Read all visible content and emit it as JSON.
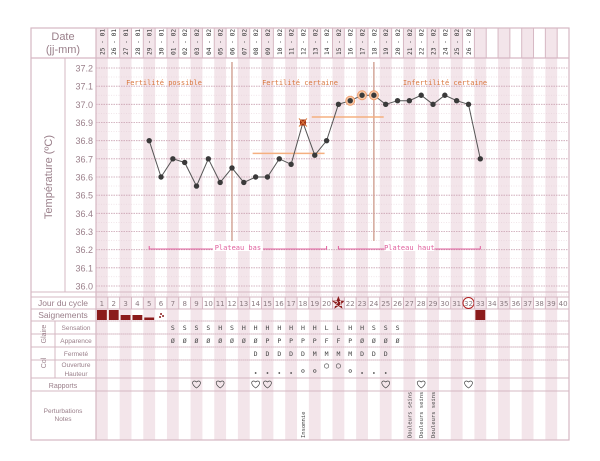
{
  "header": {
    "date_label": "Date",
    "date_format": "(jj-mm)"
  },
  "dates": [
    "25 - 01",
    "26 - 01",
    "27 - 01",
    "28 - 01",
    "29 - 01",
    "30 - 01",
    "01 - 02",
    "02 - 02",
    "03 - 02",
    "04 - 02",
    "05 - 02",
    "06 - 02",
    "07 - 02",
    "08 - 02",
    "09 - 02",
    "10 - 02",
    "11 - 02",
    "12 - 02",
    "13 - 02",
    "14 - 02",
    "15 - 02",
    "16 - 02",
    "17 - 02",
    "18 - 02",
    "19 - 02",
    "20 - 02",
    "21 - 02",
    "22 - 02",
    "23 - 02",
    "24 - 02",
    "25 - 02",
    "26 - 02"
  ],
  "temperature": {
    "axis_label": "Température (ºC)",
    "ticks": [
      "37.2",
      "37.1",
      "37.0",
      "36.9",
      "36.8",
      "36.7",
      "36.6",
      "36.5",
      "36.4",
      "36.3",
      "36.2",
      "36.1",
      "36.0"
    ],
    "ylim": [
      36.0,
      37.2
    ],
    "start_day": 5,
    "values": [
      36.8,
      36.6,
      36.7,
      36.68,
      36.55,
      36.7,
      36.57,
      36.65,
      36.57,
      36.6,
      36.6,
      36.7,
      36.67,
      36.9,
      36.72,
      36.8,
      37.0,
      37.02,
      37.05,
      37.05,
      37.0,
      37.02,
      37.02,
      37.05,
      37.0,
      37.05,
      37.02,
      37.0,
      36.7
    ],
    "marked_day": 18,
    "circled_days": [
      22,
      23,
      24
    ],
    "vertical_line_days": [
      12,
      24
    ],
    "cover_lines": [
      {
        "value": 36.73,
        "from_day": 14,
        "to_day": 20
      },
      {
        "value": 36.93,
        "from_day": 19,
        "to_day": 25
      }
    ],
    "zones": [
      "Fertilité possible",
      "Fertilité certaine",
      "Infertilité certaine"
    ],
    "plateaus": [
      {
        "label": "Plateau bas",
        "from_day": 5,
        "to_day": 20
      },
      {
        "label": "Plateau haut",
        "from_day": 21,
        "to_day": 33
      }
    ]
  },
  "rows": {
    "cycle_day": "Jour du cycle",
    "bleeding": "Saignements",
    "mucus": "Glaire",
    "sensation": "Sensation",
    "appearance": "Apparence",
    "cervix": "Col",
    "firmness": "Fermeté",
    "opening": "Ouverture",
    "height": "Hauteur",
    "intercourse": "Rapports",
    "notes1": "Perturbations",
    "notes2": "Notes"
  },
  "days_count": 40,
  "peak_day": 21,
  "circled_cycle_day": 32,
  "bleeding": {
    "1": "heavy",
    "2": "heavy",
    "3": "medium",
    "4": "medium",
    "5": "light",
    "6": "spotting",
    "33": "heavy"
  },
  "sensation": {
    "7": "S",
    "8": "S",
    "9": "S",
    "10": "S",
    "11": "H",
    "12": "S",
    "13": "H",
    "14": "H",
    "15": "H",
    "16": "H",
    "17": "H",
    "18": "H",
    "19": "H",
    "20": "L",
    "21": "L",
    "22": "H",
    "23": "H",
    "24": "S",
    "25": "S",
    "26": "S"
  },
  "appearance": {
    "7": "Ø",
    "8": "Ø",
    "9": "Ø",
    "10": "Ø",
    "11": "Ø",
    "12": "Ø",
    "13": "Ø",
    "14": "Ø",
    "15": "P",
    "16": "P",
    "17": "P",
    "18": "P",
    "19": "P",
    "20": "F",
    "21": "F",
    "22": "P",
    "23": "Ø",
    "24": "Ø",
    "25": "Ø",
    "26": "Ø"
  },
  "firmness": {
    "14": "D",
    "15": "D",
    "16": "D",
    "17": "D",
    "18": "D",
    "19": "M",
    "20": "M",
    "21": "M",
    "22": "M",
    "23": "D",
    "24": "D",
    "25": "D"
  },
  "opening": {
    "14": "low",
    "15": "low",
    "16": "low",
    "17": "low",
    "18": "mid",
    "19": "mid",
    "20": "high",
    "21": "high",
    "22": "mid",
    "23": "low",
    "24": "low",
    "25": "low"
  },
  "intercourse_days": [
    9,
    11,
    14,
    15,
    25,
    28,
    32
  ],
  "notes": {
    "18": "Insomnie",
    "27": "Douleurs seins",
    "28": "Douleurs seins",
    "29": "Douleurs seins"
  },
  "colors": {
    "border": "#d6b8c3",
    "shade": "#f3e5ea",
    "text": "#9a7f8a",
    "blood": "#8b1c1c",
    "orange": "#d9773f",
    "pink": "#e0609e",
    "line": "#555555"
  }
}
